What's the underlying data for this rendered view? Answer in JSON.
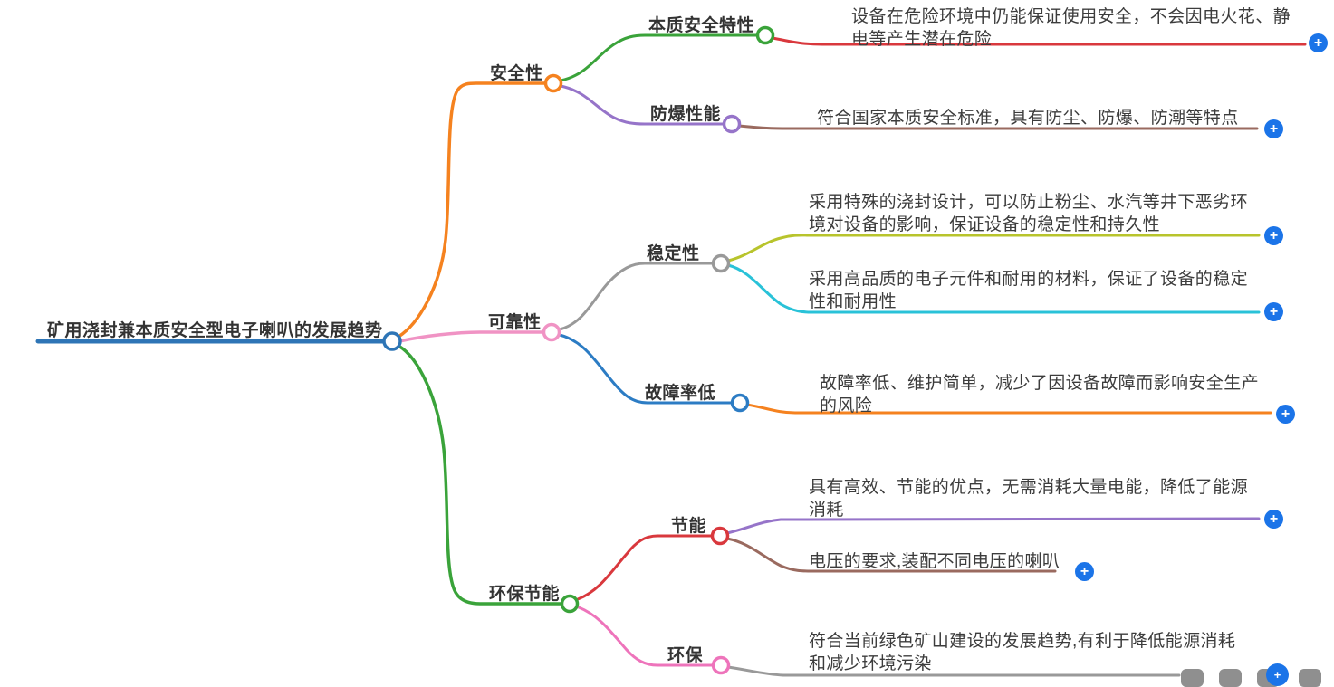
{
  "app": {
    "view": "mindmap-canvas",
    "background": "#ffffff"
  },
  "icons": {
    "plus_glyph": "+"
  },
  "palette": {
    "root_blue": "#2e75b6",
    "orange": "#f5821f",
    "pink_light": "#f093c4",
    "pink_bright": "#ee74bb",
    "green": "#3aa33a",
    "red": "#d9383d",
    "purple": "#9674c9",
    "brown": "#9a6a5f",
    "gray": "#999999",
    "olive": "#b8c42c",
    "cyan": "#29c2d8",
    "blue": "#2c7cc4",
    "plus_button_blue": "#1b74e8",
    "label_text": "#333333",
    "note_text": "#3c3c3c"
  },
  "mindmap": {
    "root_label": "矿用浇封兼本质安全型电子喇叭的发展趋势",
    "branches": [
      {
        "label": "安全性",
        "children": [
          {
            "label": "本质安全特性",
            "notes": [
              "设备在危险环境中仍能保证使用安全，不会因电火花、静电等产生潜在危险"
            ]
          },
          {
            "label": "防爆性能",
            "notes": [
              "符合国家本质安全标准，具有防尘、防爆、防潮等特点"
            ]
          }
        ]
      },
      {
        "label": "可靠性",
        "children": [
          {
            "label": "稳定性",
            "notes": [
              "采用特殊的浇封设计，可以防止粉尘、水汽等井下恶劣环境对设备的影响，保证设备的稳定性和持久性",
              "采用高品质的电子元件和耐用的材料，保证了设备的稳定性和耐用性"
            ]
          },
          {
            "label": "故障率低",
            "notes": [
              "故障率低、维护简单，减少了因设备故障而影响安全生产的风险"
            ]
          }
        ]
      },
      {
        "label": "环保节能",
        "children": [
          {
            "label": "节能",
            "notes": [
              "具有高效、节能的优点，无需消耗大量电能，降低了能源消耗",
              "电压的要求,装配不同电压的喇叭"
            ]
          },
          {
            "label": "环保",
            "notes": [
              "符合当前绿色矿山建设的发展趋势,有利于降低能源消耗和减少环境污染"
            ]
          }
        ]
      }
    ]
  }
}
